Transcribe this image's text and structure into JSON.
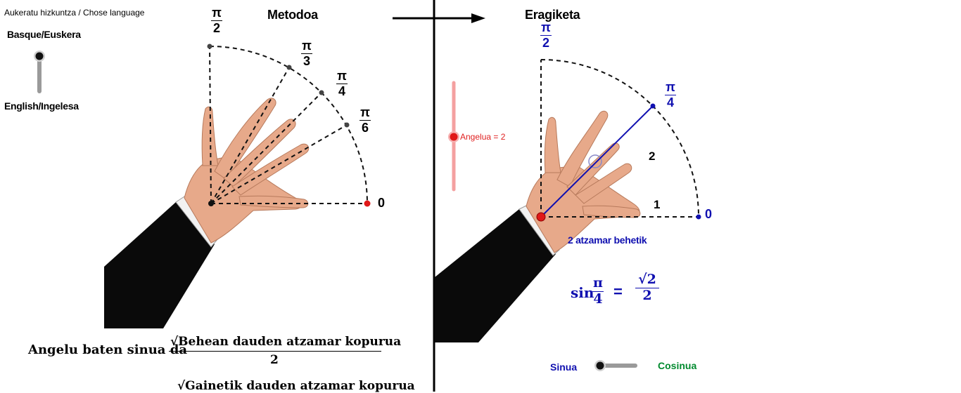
{
  "language": {
    "title": "Aukeratu hizkuntza / Chose language",
    "option_top": "Basque/Euskera",
    "option_bottom": "English/Ingelesa"
  },
  "method": {
    "title": "Metodoa",
    "angle_marks": [
      {
        "num": "π",
        "den": "2"
      },
      {
        "num": "π",
        "den": "3"
      },
      {
        "num": "π",
        "den": "4"
      },
      {
        "num": "π",
        "den": "6"
      }
    ],
    "zero_label": "0",
    "rule_label": "Angelu baten sinua da",
    "rule_numerator": "√Behean dauden atzamar kopurua",
    "rule_denominator": "2",
    "rule2_numerator": "√Gainetik dauden atzamar kopurua"
  },
  "operation": {
    "title": "Eragiketa",
    "top_mark": {
      "num": "π",
      "den": "2"
    },
    "angle_mark": {
      "num": "π",
      "den": "4"
    },
    "zero_label": "0",
    "finger_count_upper": "2",
    "finger_count_lower": "1",
    "fingers_below_text": "2 atzamar behetik",
    "slider_label": "Angelua = 2",
    "result": {
      "func": "sin",
      "arg_num": "π",
      "arg_den": "4",
      "equals": "=",
      "value_num": "√2",
      "value_den": "2"
    },
    "toggle_left": "Sinua",
    "toggle_right": "Cosinua"
  },
  "colors": {
    "angle_slider": "#e02020",
    "result_blue": "#1010b0",
    "cosine_green": "#008a2e",
    "skin": "#e7a98a",
    "sleeve": "#000000"
  }
}
